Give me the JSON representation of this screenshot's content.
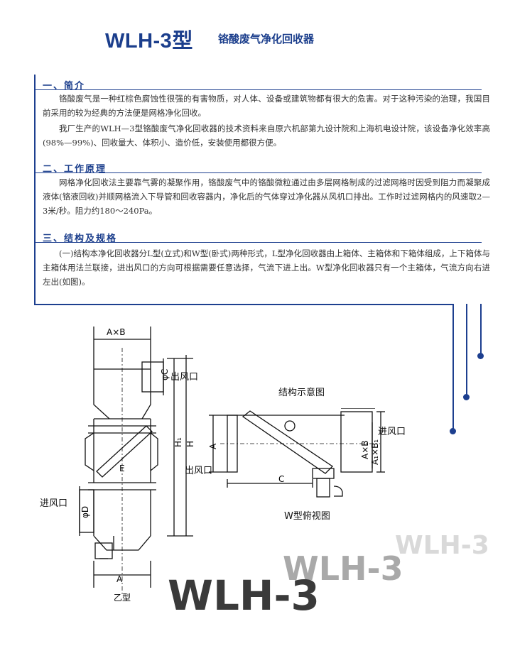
{
  "header": {
    "title": "WLH-3型",
    "subtitle": "铬酸废气净化回收器"
  },
  "sections": [
    {
      "heading": "一、简介",
      "paragraphs": [
        "铬酸废气是一种红棕色腐蚀性很强的有害物质，对人体、设备或建筑物都有很大的危害。对于这种污染的治理，我国目前采用的较为经典的方法便是网格净化回收。",
        "我厂生产的WLH—3型铬酸废气净化回收器的技术资料来自原六机部第九设计院和上海机电设计院，该设备净化效率高(98%—99%)、回收量大、体积小、造价低，安装使用都很方便。"
      ]
    },
    {
      "heading": "二、工作原理",
      "paragraphs": [
        "网格净化回收法主要靠气雾的凝聚作用，铬酸废气中的铬酸微粒通过由多层网格制成的过滤网格时因受到阻力而凝聚成液体(铬液回收)并顺网格流入下导管和回收容器内，净化后的气体穿过净化器从风机口排出。工作时过滤网格内的风速取2—3米/秒。阻力约180～240Pa。"
      ]
    },
    {
      "heading": "三、结构及规格",
      "paragraphs": [
        "(一)结构本净化回收器分L型(立式)和W型(卧式)两种形式，L型净化回收器由上箱体、主箱体和下箱体组成，上下箱体与主箱体用法兰联接，进出风口的方向可根据需要任意选择，气流下进上出。W型净化回收器只有一个主箱体，气流方向右进左出(如图)。"
      ]
    }
  ],
  "diagram_left": {
    "labels": {
      "top_dim": "A×B",
      "outlet": "出风口",
      "inlet": "进风口",
      "dim_d": "φD",
      "dim_c": "φC",
      "dim_h1": "H₁",
      "dim_h": "H",
      "dim_e": "E",
      "bottom_dim": "A",
      "caption": "乙型"
    }
  },
  "diagram_right": {
    "labels": {
      "title": "结构示意图",
      "inlet": "进风口",
      "outlet": "出风口",
      "dim_a": "A",
      "dim_c": "C",
      "dim_axb": "A×B",
      "dim_a1xb1": "A₁×B₁",
      "caption": "W型俯视图"
    }
  },
  "watermarks": [
    "WLH-3",
    "WLH-3",
    "WLH-3"
  ]
}
